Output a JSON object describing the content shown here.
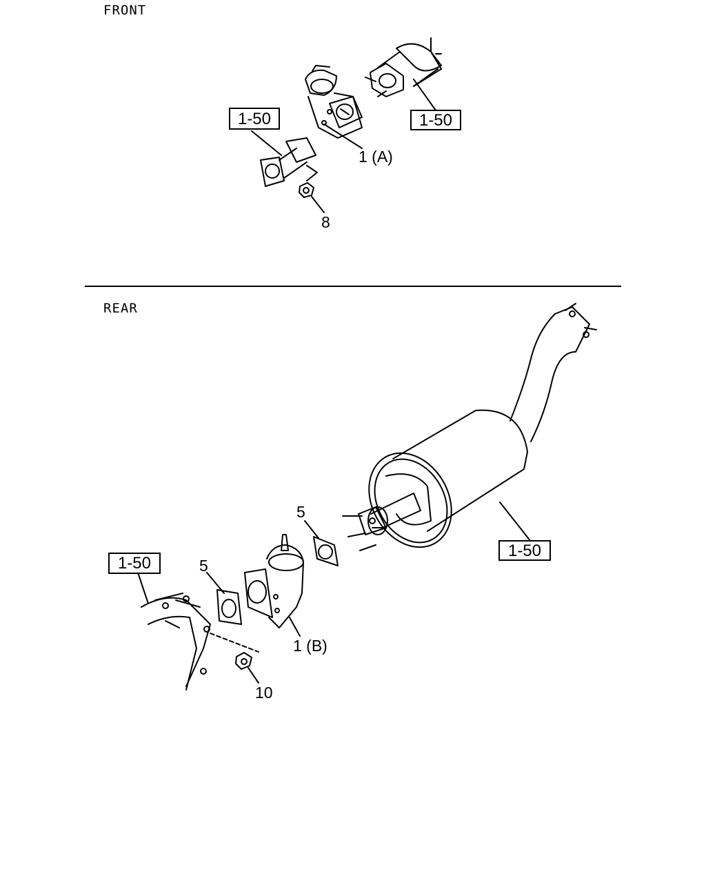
{
  "sections": {
    "front": {
      "label": "FRONT"
    },
    "rear": {
      "label": "REAR"
    }
  },
  "refs": {
    "ref_label": "1-50"
  },
  "callouts": {
    "front_valve": "1 (A)",
    "front_nut": "8",
    "rear_valve": "1 (B)",
    "rear_nut": "10",
    "gasket_left": "5",
    "gasket_right": "5"
  }
}
